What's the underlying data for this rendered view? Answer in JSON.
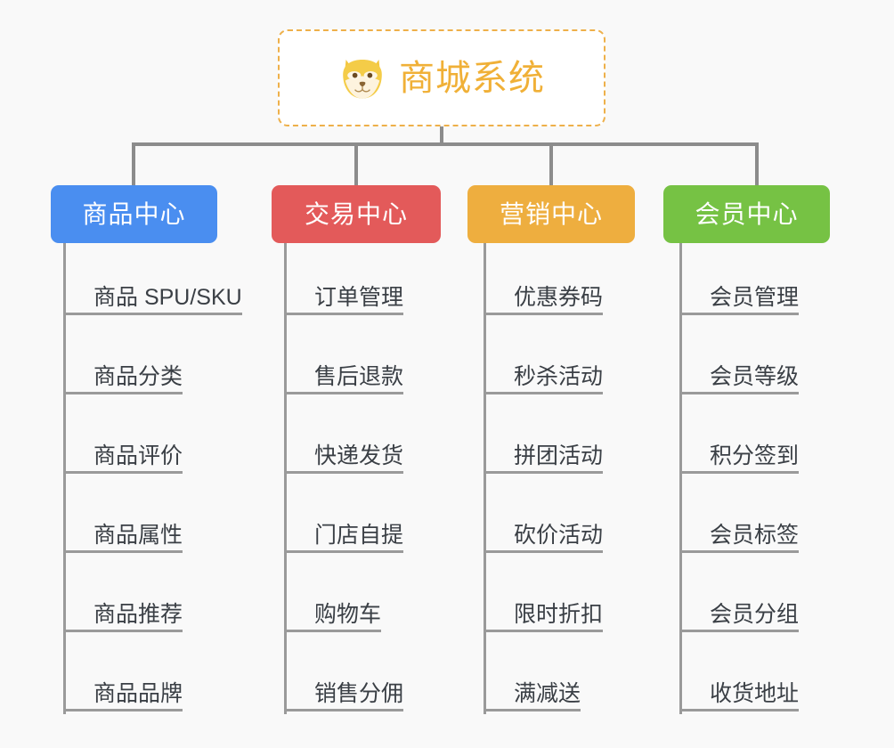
{
  "background_color": "#f9f9f9",
  "root": {
    "title": "商城系统",
    "icon": "shiba-dog-face-icon",
    "text_color": "#f0b037",
    "border_color": "#eeb04a",
    "fill_color": "#ffffff"
  },
  "connector": {
    "color": "#8c8c8c"
  },
  "columns": [
    {
      "label": "商品中心",
      "color": "#4a8ef0",
      "items": [
        "商品 SPU/SKU",
        "商品分类",
        "商品评价",
        "商品属性",
        "商品推荐",
        "商品品牌"
      ]
    },
    {
      "label": "交易中心",
      "color": "#e35a5a",
      "items": [
        "订单管理",
        "售后退款",
        "快递发货",
        "门店自提",
        "购物车",
        "销售分佣"
      ]
    },
    {
      "label": "营销中心",
      "color": "#eeae3f",
      "items": [
        "优惠券码",
        "秒杀活动",
        "拼团活动",
        "砍价活动",
        "限时折扣",
        "满减送"
      ]
    },
    {
      "label": "会员中心",
      "color": "#76c244",
      "items": [
        "会员管理",
        "会员等级",
        "积分签到",
        "会员标签",
        "会员分组",
        "收货地址"
      ]
    }
  ]
}
